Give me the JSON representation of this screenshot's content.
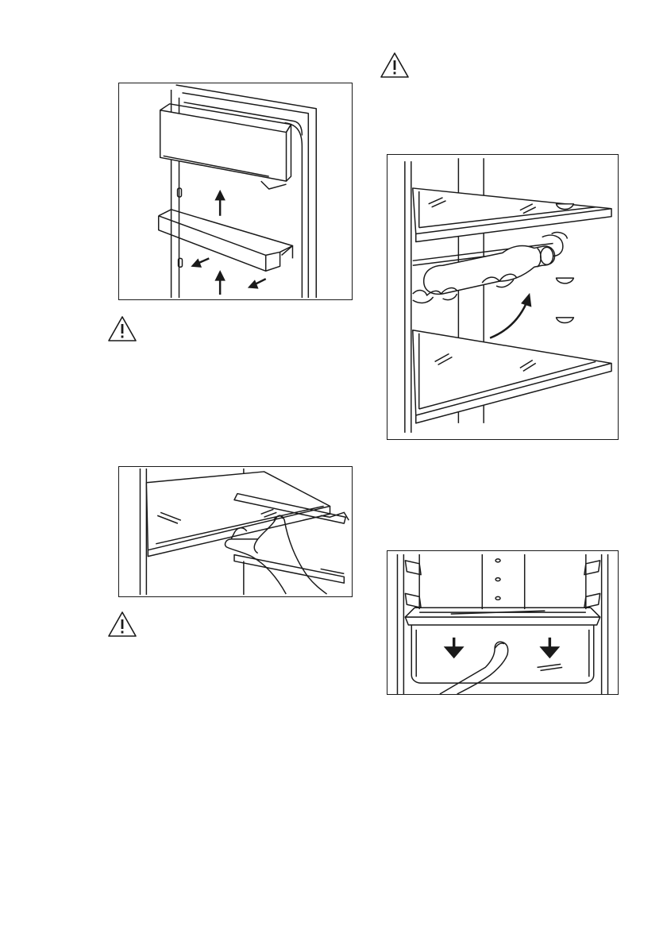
{
  "page": {
    "background": "#ffffff",
    "line_color": "#1a1a1a"
  },
  "figures": [
    {
      "id": "door-shelves",
      "icon": "door-balcony-removal-illustration"
    },
    {
      "id": "bottle-rack",
      "icon": "bottle-rack-illustration"
    },
    {
      "id": "glass-shelf",
      "icon": "glass-shelf-removal-illustration"
    },
    {
      "id": "crisper-drawer",
      "icon": "drawer-removal-illustration"
    }
  ],
  "warnings": [
    {
      "icon": "warning-triangle-icon"
    },
    {
      "icon": "warning-triangle-icon"
    },
    {
      "icon": "warning-triangle-icon"
    }
  ]
}
